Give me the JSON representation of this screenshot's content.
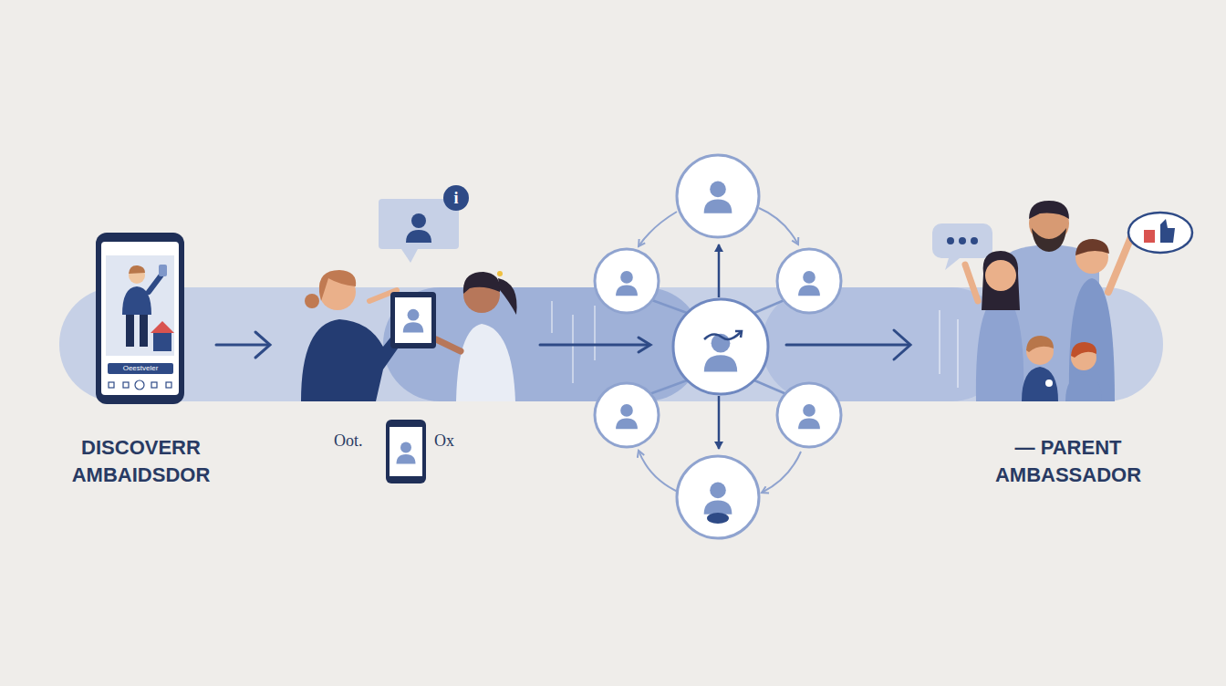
{
  "diagram": {
    "labels": [
      "Oeestveler",
      "DISCOVERR AMBAIDSDOR",
      "i",
      "Oot.",
      "Ox",
      "— PARENT AMBASSADOR"
    ]
  }
}
